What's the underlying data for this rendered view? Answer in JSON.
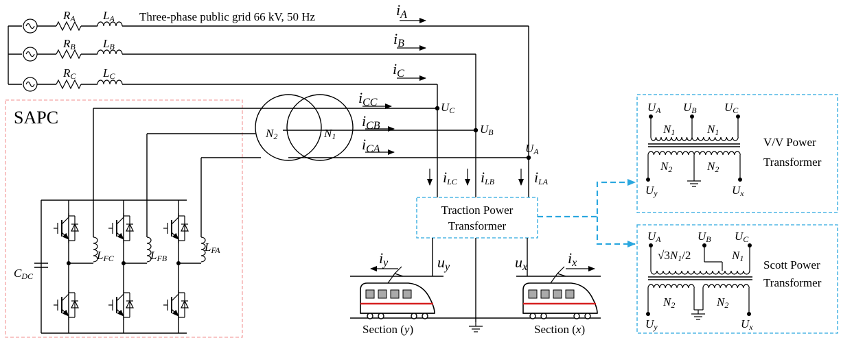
{
  "grid": {
    "title": "Three-phase public grid  66 kV, 50 Hz",
    "phases": [
      {
        "r": "R",
        "r_sub": "A",
        "l": "L",
        "l_sub": "A",
        "i": "i",
        "i_sub": "A"
      },
      {
        "r": "R",
        "r_sub": "B",
        "l": "L",
        "l_sub": "B",
        "i": "i",
        "i_sub": "B"
      },
      {
        "r": "R",
        "r_sub": "C",
        "l": "L",
        "l_sub": "C",
        "i": "i",
        "i_sub": "C"
      }
    ]
  },
  "sapc": {
    "title": "SAPC",
    "currents": [
      {
        "i": "i",
        "sub": "CC"
      },
      {
        "i": "i",
        "sub": "CB"
      },
      {
        "i": "i",
        "sub": "CA"
      }
    ],
    "filters": [
      {
        "l": "L",
        "sub": "FC"
      },
      {
        "l": "L",
        "sub": "FB"
      },
      {
        "l": "L",
        "sub": "FA"
      }
    ],
    "capacitor": {
      "c": "C",
      "sub": "DC"
    }
  },
  "transformer": {
    "n2": "N",
    "n2_sub": "2",
    "n1": "N",
    "n1_sub": "1"
  },
  "nodes": [
    {
      "u": "U",
      "sub": "C"
    },
    {
      "u": "U",
      "sub": "B"
    },
    {
      "u": "U",
      "sub": "A"
    }
  ],
  "loads": [
    {
      "i": "i",
      "sub": "LC"
    },
    {
      "i": "i",
      "sub": "LB"
    },
    {
      "i": "i",
      "sub": "LA"
    }
  ],
  "traction": {
    "line1": "Traction Power",
    "line2": "Transformer"
  },
  "sections": {
    "left": {
      "u": "u",
      "u_sub": "y",
      "i": "i",
      "i_sub": "y",
      "label_pre": "Section (",
      "label_var": "y",
      "label_post": ")"
    },
    "right": {
      "u": "u",
      "u_sub": "x",
      "i": "i",
      "i_sub": "x",
      "label_pre": "Section (",
      "label_var": "x",
      "label_post": ")"
    }
  },
  "vv_box": {
    "title1": "V/V Power",
    "title2": "Transformer",
    "top": [
      {
        "u": "U",
        "sub": "A"
      },
      {
        "u": "U",
        "sub": "B"
      },
      {
        "u": "U",
        "sub": "C"
      }
    ],
    "n1": "N",
    "n1_sub": "1",
    "n2": "N",
    "n2_sub": "2",
    "bottom": [
      {
        "u": "U",
        "sub": "y"
      },
      {
        "u": "U",
        "sub": "x"
      }
    ]
  },
  "scott_box": {
    "title1": "Scott Power",
    "title2": "Transformer",
    "top": [
      {
        "u": "U",
        "sub": "A"
      },
      {
        "u": "U",
        "sub": "B"
      },
      {
        "u": "U",
        "sub": "C"
      }
    ],
    "sqrt3": "√3",
    "n_ratio": "N",
    "n_ratio_sub": "1",
    "ratio_tail": "/2",
    "n1": "N",
    "n1_sub": "1",
    "n2": "N",
    "n2_sub": "2",
    "bottom": [
      {
        "u": "U",
        "sub": "y"
      },
      {
        "u": "U",
        "sub": "x"
      }
    ]
  },
  "colors": {
    "sapc_border": "#f4a3a3",
    "box_border": "#2aa7df",
    "train_red": "#d62020",
    "window_gray": "#aaaaaa"
  }
}
